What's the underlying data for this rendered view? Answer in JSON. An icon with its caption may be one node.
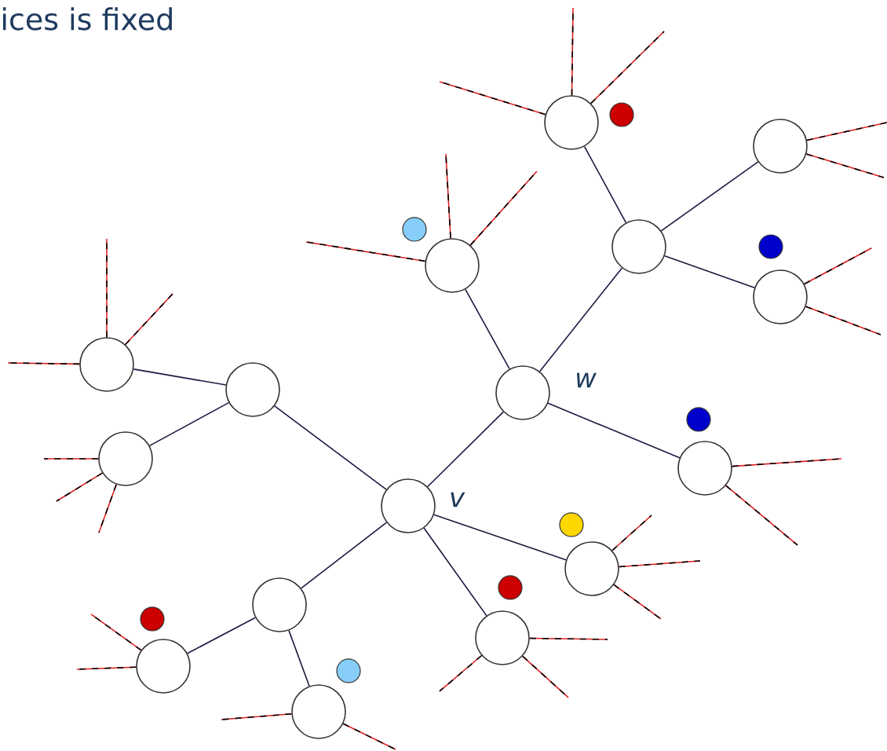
{
  "diagram": {
    "nodes": [
      {
        "text": [],
        "shape": "circle"
      },
      {
        "text": [],
        "shape": "circle"
      },
      {
        "text": [],
        "shape": "circle"
      },
      {
        "text": [],
        "shape": "circle"
      },
      {
        "text": [],
        "shape": "circle"
      },
      {
        "text": [],
        "shape": "circle"
      },
      {
        "text": [],
        "shape": "circle"
      },
      {
        "text": [],
        "shape": "circle",
        "beside": [
          "w"
        ]
      },
      {
        "text": [],
        "shape": "circle"
      },
      {
        "text": [],
        "shape": "circle"
      },
      {
        "text": [],
        "shape": "circle",
        "beside": [
          "v"
        ]
      },
      {
        "text": [],
        "shape": "circle"
      },
      {
        "text": [],
        "shape": "circle"
      },
      {
        "text": [],
        "shape": "circle"
      },
      {
        "text": [],
        "shape": "circle"
      },
      {
        "text": [],
        "shape": "circle"
      }
    ],
    "edges": [
      {
        "from": 10,
        "to": 7,
        "arrow": "none",
        "color": "#1a1a40"
      },
      {
        "from": 7,
        "to": 2,
        "arrow": "none",
        "color": "#1a1a40"
      },
      {
        "from": 7,
        "to": 3,
        "arrow": "none",
        "color": "#1a1a40"
      },
      {
        "from": 7,
        "to": 9,
        "arrow": "none",
        "color": "#1a1a40"
      },
      {
        "from": 2,
        "to": 0,
        "arrow": "none",
        "color": "#1a1a40"
      },
      {
        "from": 2,
        "to": 1,
        "arrow": "none",
        "color": "#1a1a40"
      },
      {
        "from": 2,
        "to": 4,
        "arrow": "none",
        "color": "#1a1a40"
      },
      {
        "from": 10,
        "to": 11,
        "arrow": "none",
        "color": "#1a1a40"
      },
      {
        "from": 10,
        "to": 13,
        "arrow": "none",
        "color": "#1a1a40"
      },
      {
        "from": 10,
        "to": 12,
        "arrow": "none",
        "color": "#1a1a40"
      },
      {
        "from": 10,
        "to": 6,
        "arrow": "none",
        "color": "#1a1a40"
      },
      {
        "from": 12,
        "to": 14,
        "arrow": "none",
        "color": "#1a1a40"
      },
      {
        "from": 12,
        "to": 15,
        "arrow": "none",
        "color": "#1a1a40"
      },
      {
        "from": 6,
        "to": 5,
        "arrow": "none",
        "color": "#1a1a40"
      },
      {
        "from": 6,
        "to": 8,
        "arrow": "none",
        "color": "#1a1a40"
      },
      {
        "from": 0,
        "to": null,
        "arrow": "none"
      },
      {
        "from": 0,
        "to": null,
        "arrow": "none"
      },
      {
        "from": 0,
        "to": null,
        "arrow": "none"
      },
      {
        "from": 1,
        "to": null,
        "arrow": "none"
      },
      {
        "from": 1,
        "to": null,
        "arrow": "none"
      },
      {
        "from": 3,
        "to": null,
        "arrow": "none"
      },
      {
        "from": 3,
        "to": null,
        "arrow": "none"
      },
      {
        "from": 3,
        "to": null,
        "arrow": "none"
      },
      {
        "from": 4,
        "to": null,
        "arrow": "none"
      },
      {
        "from": 4,
        "to": null,
        "arrow": "none"
      },
      {
        "from": 5,
        "to": null,
        "arrow": "none"
      },
      {
        "from": 5,
        "to": null,
        "arrow": "none"
      },
      {
        "from": 5,
        "to": null,
        "arrow": "none"
      },
      {
        "from": 8,
        "to": null,
        "arrow": "none"
      },
      {
        "from": 8,
        "to": null,
        "arrow": "none"
      },
      {
        "from": 8,
        "to": null,
        "arrow": "none"
      },
      {
        "from": 9,
        "to": null,
        "arrow": "none"
      },
      {
        "from": 9,
        "to": null,
        "arrow": "none"
      },
      {
        "from": 11,
        "to": null,
        "arrow": "none"
      },
      {
        "from": 11,
        "to": null,
        "arrow": "none"
      },
      {
        "from": 11,
        "to": null,
        "arrow": "none"
      },
      {
        "from": 13,
        "to": null,
        "arrow": "none"
      },
      {
        "from": 13,
        "to": null,
        "arrow": "none"
      },
      {
        "from": 13,
        "to": null,
        "arrow": "none"
      },
      {
        "from": 14,
        "to": null,
        "arrow": "none"
      },
      {
        "from": 14,
        "to": null,
        "arrow": "none"
      },
      {
        "from": 15,
        "to": null,
        "arrow": "none"
      },
      {
        "from": 15,
        "to": null,
        "arrow": "none"
      }
    ],
    "labels": [
      "ices is fixed"
    ]
  }
}
